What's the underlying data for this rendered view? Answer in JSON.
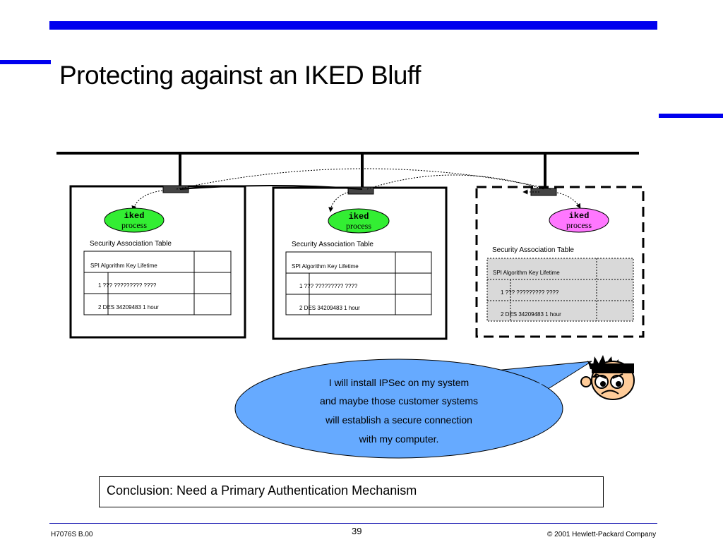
{
  "slide": {
    "title": "Protecting against an IKED Bluff",
    "conclusion": "Conclusion:  Need a Primary Authentication Mechanism",
    "footer_left": "H7076S B.00",
    "page_number": "39",
    "footer_right": "© 2001 Hewlett-Packard Company"
  },
  "colors": {
    "accent": "#0000ee",
    "iked_green": "#33ee33",
    "iked_pink": "#ff77ff",
    "speech_blue": "#66aaff"
  },
  "hosts": [
    {
      "iked_line1": "iked",
      "iked_line2": "process",
      "iked_color": "#33ee33",
      "table_title": "Security Association Table",
      "dashed": false
    },
    {
      "iked_line1": "iked",
      "iked_line2": "process",
      "iked_color": "#33ee33",
      "table_title": "Security Association Table",
      "dashed": false
    },
    {
      "iked_line1": "iked",
      "iked_line2": "process",
      "iked_color": "#ff77ff",
      "table_title": "Security Association Table",
      "dashed": true
    }
  ],
  "sa_table": {
    "header": "SPI   Algorithm     Key       Lifetime",
    "rows": [
      "1         ???         ?????????      ????",
      "2        DES       34209483     1 hour"
    ]
  },
  "speech": {
    "lines": [
      "I will install IPSec on my system",
      "and maybe those customer systems",
      "will establish a secure connection",
      "with my computer."
    ]
  },
  "icons": {
    "person": "worried-person-icon"
  }
}
